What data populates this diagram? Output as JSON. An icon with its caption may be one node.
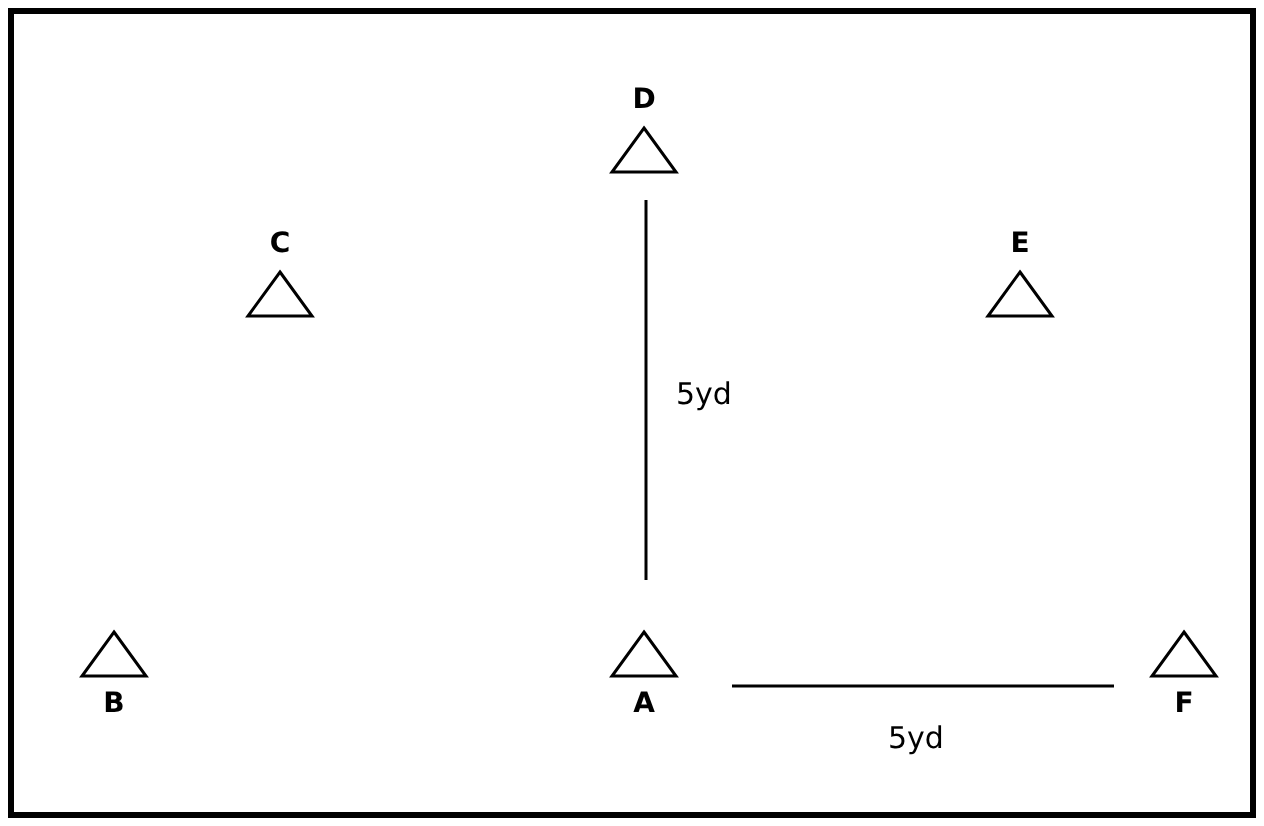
{
  "diagram": {
    "nodes": [
      {
        "text": [
          "D"
        ]
      },
      {
        "text": [
          "C"
        ]
      },
      {
        "text": [
          "E"
        ]
      },
      {
        "text": [
          "B"
        ]
      },
      {
        "text": [
          "A"
        ]
      },
      {
        "text": [
          "F"
        ]
      }
    ],
    "labels": [
      "5yd",
      "5yd"
    ]
  }
}
